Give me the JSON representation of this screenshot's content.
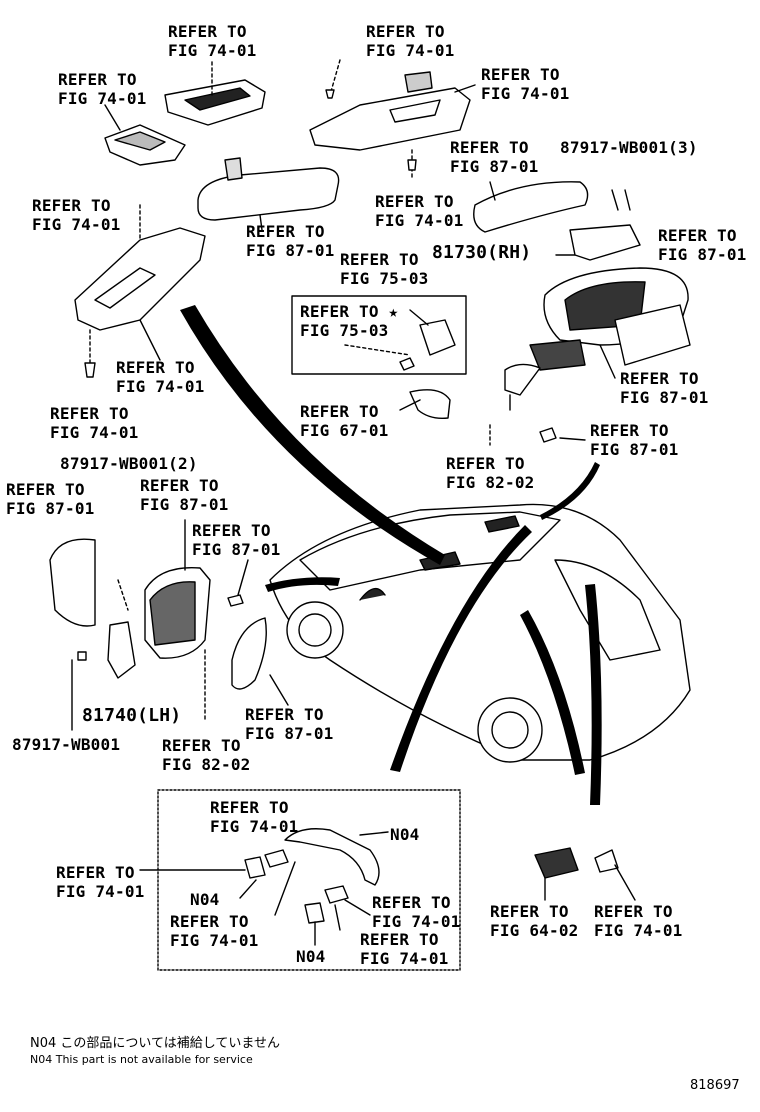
{
  "refs": {
    "r1": {
      "line1": "REFER TO",
      "line2": "FIG 74-01"
    },
    "r2": {
      "line1": "REFER TO",
      "line2": "FIG 74-01"
    },
    "r3": {
      "line1": "REFER TO",
      "line2": "FIG 74-01"
    },
    "r4": {
      "line1": "REFER TO",
      "line2": "FIG 74-01"
    },
    "r5": {
      "line1": "REFER TO",
      "line2": "FIG 87-01"
    },
    "r6": {
      "line1": "REFER TO",
      "line2": "FIG 74-01"
    },
    "r7": {
      "line1": "REFER TO",
      "line2": "FIG 87-01"
    },
    "r8": {
      "line1": "REFER TO",
      "line2": "FIG 75-03"
    },
    "r9": {
      "line1": "REFER TO",
      "line2": "FIG 74-01"
    },
    "r10": {
      "line1": "REFER TO",
      "line2": "FIG 87-01"
    },
    "r11": {
      "line1": "REFER TO",
      "line2": "FIG 74-01"
    },
    "r12": {
      "line1": "REFER TO",
      "line2": "FIG 74-01"
    },
    "r13": {
      "line1": "REFER TO",
      "line2": "FIG 87-01"
    },
    "r14": {
      "line1": "REFER TO",
      "line2": "FIG 67-01"
    },
    "r15": {
      "line1": "REFER TO",
      "line2": "FIG 87-01"
    },
    "r16": {
      "line1": "REFER TO",
      "line2": "FIG 82-02"
    },
    "r17": {
      "line1": "REFER TO",
      "line2": "FIG 87-01"
    },
    "r18": {
      "line1": "REFER TO",
      "line2": "FIG 87-01"
    },
    "r19": {
      "line1": "REFER TO",
      "line2": "FIG 87-01"
    },
    "r20": {
      "line1": "REFER TO",
      "line2": "FIG 82-02"
    },
    "r21": {
      "line1": "REFER TO",
      "line2": "FIG 87-01"
    },
    "r22": {
      "line1": "REFER TO",
      "line2": "FIG 74-01"
    },
    "r23": {
      "line1": "REFER TO",
      "line2": "FIG 74-01"
    },
    "r24": {
      "line1": "REFER TO",
      "line2": "FIG 74-01"
    },
    "r25": {
      "line1": "REFER TO",
      "line2": "FIG 74-01"
    },
    "r26": {
      "line1": "REFER TO",
      "line2": "FIG 74-01"
    },
    "r27": {
      "line1": "REFER TO",
      "line2": "FIG 64-02"
    },
    "r28": {
      "line1": "REFER TO",
      "line2": "FIG 74-01"
    }
  },
  "inset_ref": {
    "line1": "REFER TO ★",
    "line2": "FIG 75-03"
  },
  "parts": {
    "clip_rh": "87917-WB001(3)",
    "mirror_rh": "81730(RH)",
    "clip_lh_2": "87917-WB001(2)",
    "mirror_lh": "81740(LH)",
    "clip_lh": "87917-WB001",
    "n04_a": "N04",
    "n04_b": "N04",
    "n04_c": "N04"
  },
  "notes": {
    "jp": "N04 この部品については補給していません",
    "en": "N04 This part is not available for service"
  },
  "diagram_code": "818697"
}
